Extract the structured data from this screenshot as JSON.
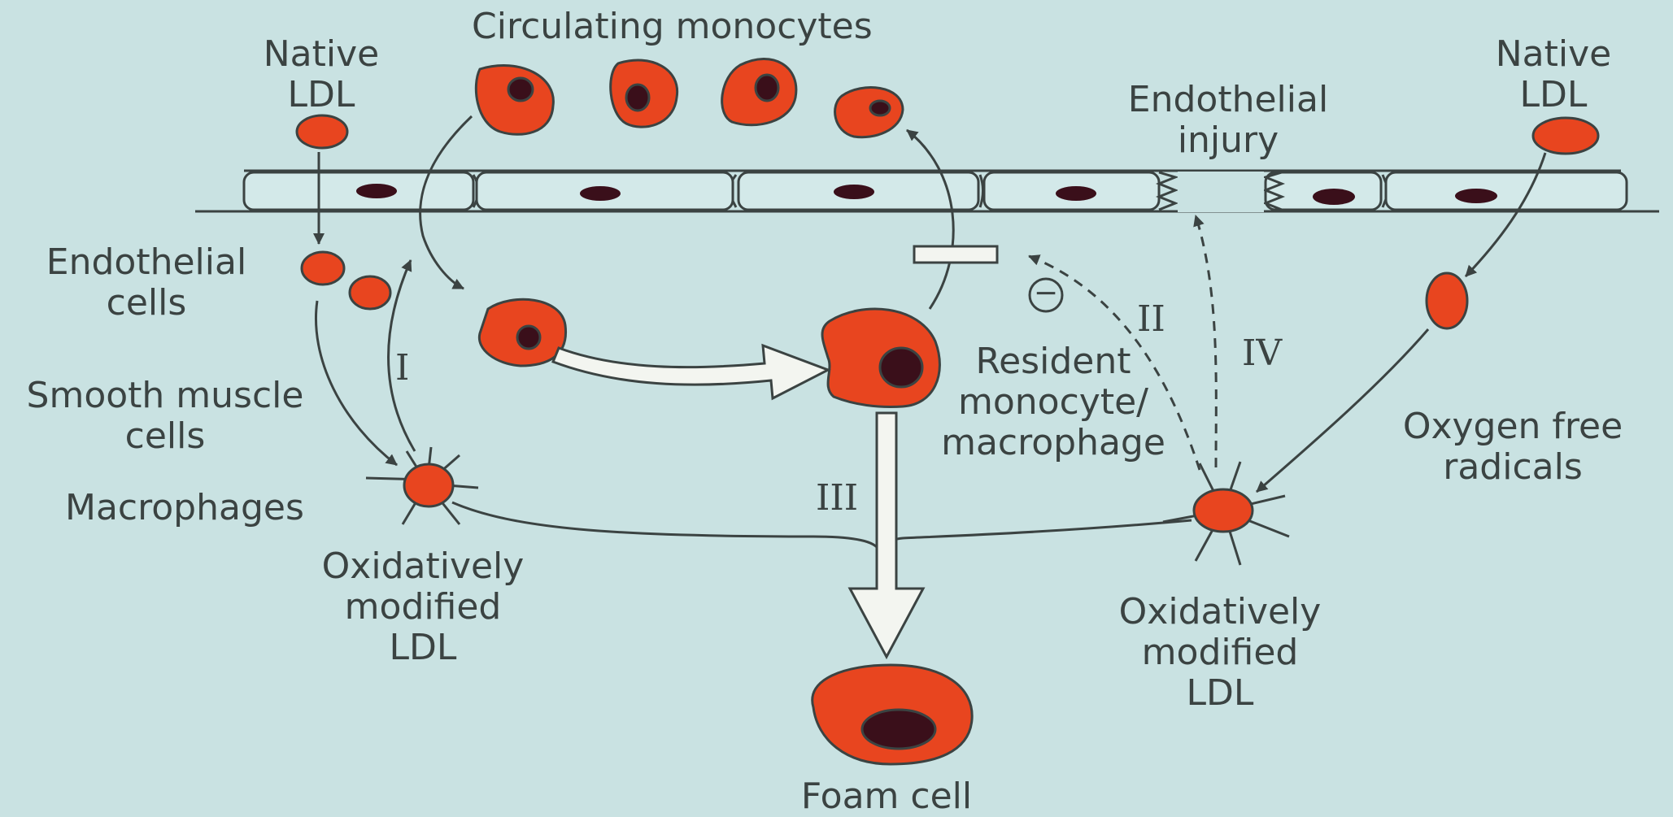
{
  "labels": {
    "circulating_monocytes": "Circulating monocytes",
    "native_ldl_left": [
      "Native",
      "LDL"
    ],
    "native_ldl_right": [
      "Native",
      "LDL"
    ],
    "endothelial_injury": [
      "Endothelial",
      "injury"
    ],
    "endothelial_cells": [
      "Endothelial",
      "cells"
    ],
    "smooth_muscle_cells": [
      "Smooth muscle",
      "cells"
    ],
    "macrophages": "Macrophages",
    "resident_macrophage": [
      "Resident",
      "monocyte/",
      "macrophage"
    ],
    "oxygen_free_radicals": [
      "Oxygen free",
      "radicals"
    ],
    "ox_ldl_left": [
      "Oxidatively",
      "modified",
      "LDL"
    ],
    "ox_ldl_right": [
      "Oxidatively",
      "modified",
      "LDL"
    ],
    "foam_cell": "Foam cell",
    "inhibit_symbol": "−"
  },
  "pathways": {
    "i": "I",
    "ii": "II",
    "iii": "III",
    "iv": "IV"
  },
  "colors": {
    "background": "#c9e2e2",
    "cell_fill": "#e8451f",
    "nucleus": "#3a0f1a",
    "line": "#3b4342",
    "text": "#3b4342",
    "hollow_arrow": "#f3f5f0"
  }
}
